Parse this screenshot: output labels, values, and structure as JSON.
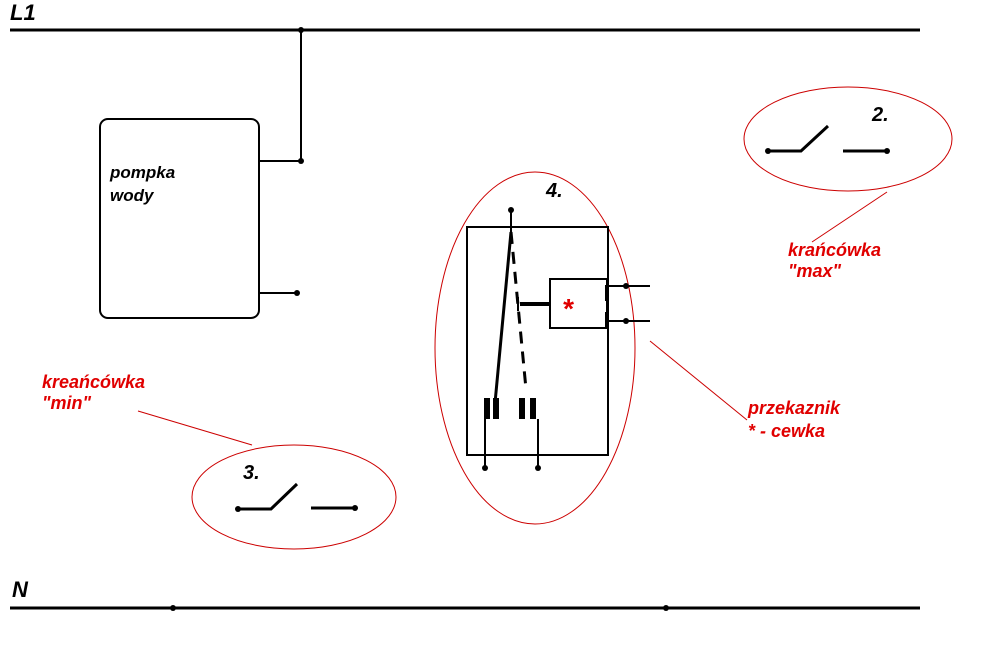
{
  "labels": {
    "l1": "L1",
    "n": "N",
    "pump_line1": "pompka",
    "pump_line2": "wody",
    "num_2": "2.",
    "num_3": "3.",
    "num_4": "4.",
    "max_line1": "krańcówka",
    "max_line2": "\"max\"",
    "min_line1": "kreańcówka",
    "min_line2": "\"min\"",
    "relay_line1": "przekaznik",
    "relay_line2": "* - cewka",
    "coil_star": "*"
  },
  "colors": {
    "line": "#000000",
    "annotation": "#e00000",
    "background": "#ffffff"
  }
}
